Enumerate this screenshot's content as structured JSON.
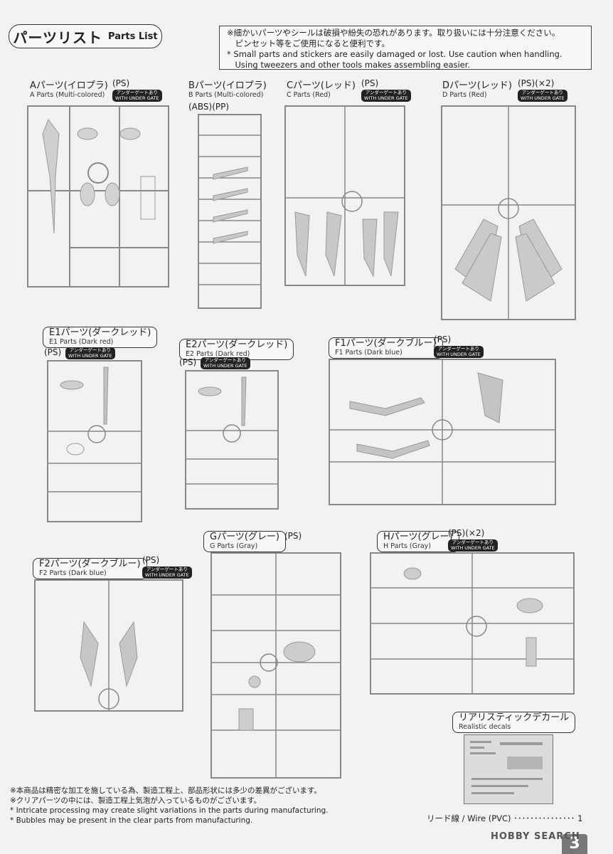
{
  "header": {
    "title_jp": "パーツリスト",
    "title_en": "Parts List",
    "notice_lines": [
      "※細かいパーツやシールは破損や紛失の恐れがあります。取り扱いには十分注意ください。",
      "　ピンセット等をご使用になると便利です。",
      "* Small parts and stickers are easily damaged or lost. Use caution when handling.",
      "　Using tweezers and other tools makes assembling easier."
    ]
  },
  "badge": {
    "line1": "アンダーゲートあり",
    "line2": "WITH UNDER GATE"
  },
  "parts": {
    "a": {
      "jp": "Aパーツ(イロプラ)",
      "en": "A Parts (Multi-colored)",
      "mat": "(PS)"
    },
    "b": {
      "jp": "Bパーツ(イロプラ)",
      "en": "B Parts (Multi-colored)",
      "mat": "(ABS)(PP)"
    },
    "c": {
      "jp": "Cパーツ(レッド)",
      "en": "C Parts (Red)",
      "mat": "(PS)"
    },
    "d": {
      "jp": "Dパーツ(レッド)",
      "en": "D Parts (Red)",
      "mat": "(PS)(×2)"
    },
    "e1": {
      "jp": "E1パーツ(ダークレッド)",
      "en": "E1 Parts (Dark red)",
      "mat": "(PS)"
    },
    "e2": {
      "jp": "E2パーツ(ダークレッド)",
      "en": "E2 Parts (Dark red)",
      "mat": "(PS)"
    },
    "f1": {
      "jp": "F1パーツ(ダークブルー)",
      "en": "F1 Parts (Dark blue)",
      "mat": "(PS)"
    },
    "f2": {
      "jp": "F2パーツ(ダークブルー)",
      "en": "F2 Parts (Dark blue)",
      "mat": "(PS)"
    },
    "g": {
      "jp": "Gパーツ(グレー)",
      "en": "G Parts (Gray)",
      "mat": "(PS)"
    },
    "h": {
      "jp": "Hパーツ(グレー)",
      "en": "H Parts (Gray)",
      "mat": "(PS)(×2)"
    }
  },
  "decal": {
    "jp": "リアリスティックデカール",
    "en": "Realistic decals"
  },
  "footer": {
    "lines": [
      "※本商品は精密な加工を施している為、製造工程上、部品形状には多少の差異がございます。",
      "※クリアパーツの中には、製造工程上気泡が入っているものがございます。",
      "* Intricate processing may create slight variations in the parts during manufacturing.",
      "* Bubbles may be present in the clear parts from manufacturing."
    ],
    "wire": "リード線 / Wire (PVC) ･･･････････････ 1",
    "page_number": "3"
  },
  "watermark": "HOBBY SEARCH"
}
